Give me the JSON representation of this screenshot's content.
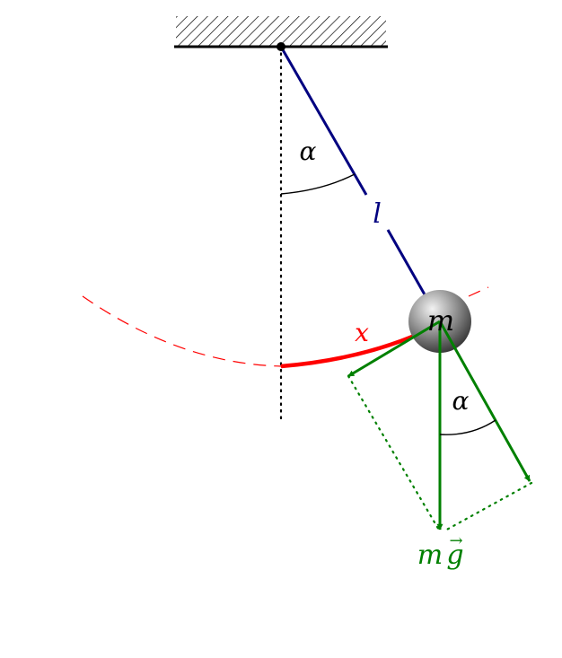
{
  "diagram": {
    "labels": {
      "angle_top": "α",
      "length": "l",
      "mass": "m",
      "arc": "x",
      "angle_force": "α",
      "weight_m": "m",
      "weight_g": "g",
      "weight_arrow": "→"
    },
    "colors": {
      "string": "#000080",
      "arc": "#ff0000",
      "force": "#008000",
      "ink": "#000000",
      "bob_light": "#f2f2f2",
      "bob_dark": "#3a3a3a"
    }
  }
}
